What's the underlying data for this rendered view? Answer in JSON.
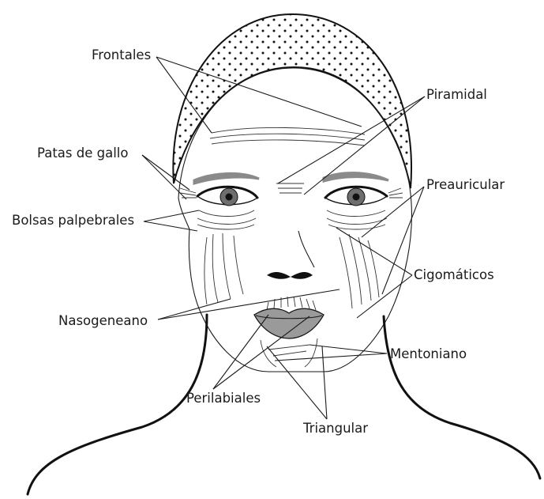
{
  "labels": {
    "frontales": "Frontales",
    "piramidal": "Piramidal",
    "patas_de_gallo": "Patas de gallo",
    "preauricular": "Preauricular",
    "bolsas_palpebrales": "Bolsas palpebrales",
    "cigomaticos": "Cigomáticos",
    "nasogeneano": "Nasogeneano",
    "mentoniano": "Mentoniano",
    "perilabiales": "Perilabiales",
    "triangular": "Triangular"
  },
  "colors": {
    "ink": "#1a1a1a",
    "brow": "#8a8a8a",
    "lips": "#9a9a9a",
    "iris": "#6e6e6e",
    "cap_dots": "#111111"
  }
}
